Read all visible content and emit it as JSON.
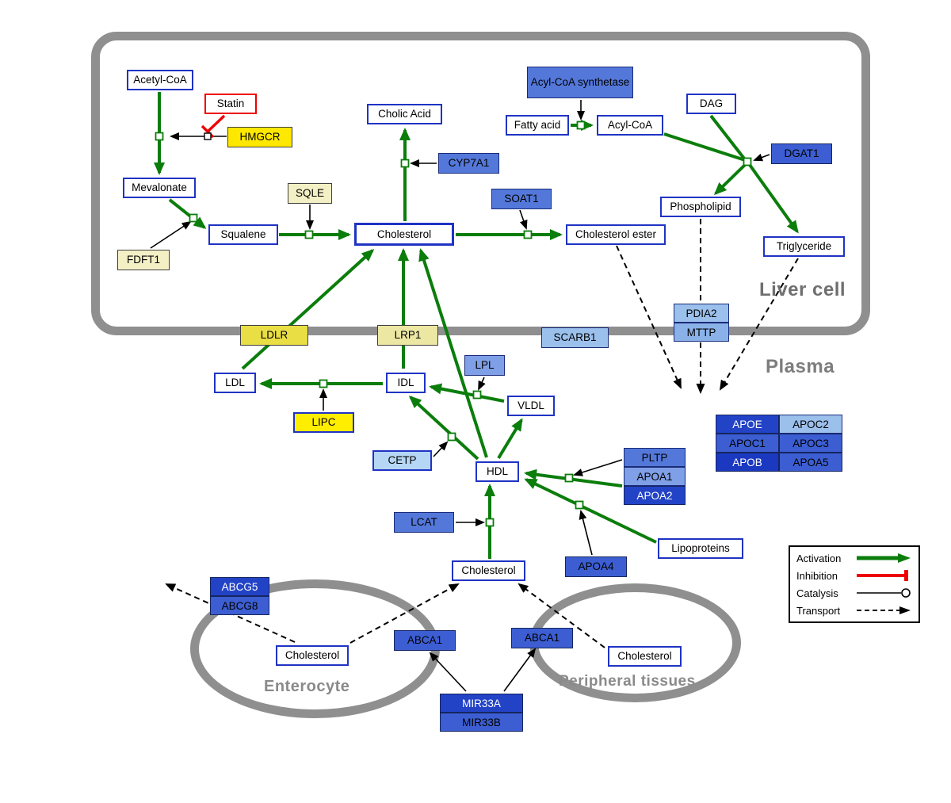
{
  "compartments": {
    "liver": "Liver cell",
    "plasma": "Plasma",
    "enterocyte": "Enterocyte",
    "peripheral": "Peripheral tissues"
  },
  "legend": {
    "activation": "Activation",
    "inhibition": "Inhibition",
    "catalysis": "Catalysis",
    "transport": "Transport"
  },
  "nodes": {
    "acetyl_coa": "Acetyl-CoA",
    "statin": "Statin",
    "hmgcr": "HMGCR",
    "mevalonate": "Mevalonate",
    "fdft1": "FDFT1",
    "squalene": "Squalene",
    "sqle": "SQLE",
    "cholesterol_liver": "Cholesterol",
    "cholic_acid": "Cholic Acid",
    "cyp7a1": "CYP7A1",
    "soat1": "SOAT1",
    "cholesterol_ester": "Cholesterol ester",
    "acyl_coa_synthetase": "Acyl-CoA synthetase",
    "fatty_acid": "Fatty acid",
    "acyl_coa": "Acyl-CoA",
    "dag": "DAG",
    "dgat1": "DGAT1",
    "phospholipid": "Phospholipid",
    "triglyceride": "Triglyceride",
    "pdia2": "PDIA2",
    "mttp": "MTTP",
    "ldlr": "LDLR",
    "lrp1": "LRP1",
    "scarb1": "SCARB1",
    "ldl": "LDL",
    "idl": "IDL",
    "lpl": "LPL",
    "vldl": "VLDL",
    "lipc": "LIPC",
    "cetp": "CETP",
    "hdl": "HDL",
    "lcat": "LCAT",
    "pltp": "PLTP",
    "apoa1": "APOA1",
    "apoa2": "APOA2",
    "apoa4": "APOA4",
    "lipoproteins": "Lipoproteins",
    "apoe": "APOE",
    "apoc2": "APOC2",
    "apoc1": "APOC1",
    "apoc3": "APOC3",
    "apob": "APOB",
    "apoa5": "APOA5",
    "cholesterol_plasma": "Cholesterol",
    "abcg5": "ABCG5",
    "abcg8": "ABCG8",
    "cholesterol_enterocyte": "Cholesterol",
    "abca1_left": "ABCA1",
    "abca1_right": "ABCA1",
    "cholesterol_peripheral": "Cholesterol",
    "mir33a": "MIR33A",
    "mir33b": "MIR33B"
  },
  "colors": {
    "activation": "#0b7d0b",
    "inhibition": "#ee0000",
    "catalysis": "#000000",
    "transport": "#000000",
    "membrane": "#8f8f8f"
  }
}
